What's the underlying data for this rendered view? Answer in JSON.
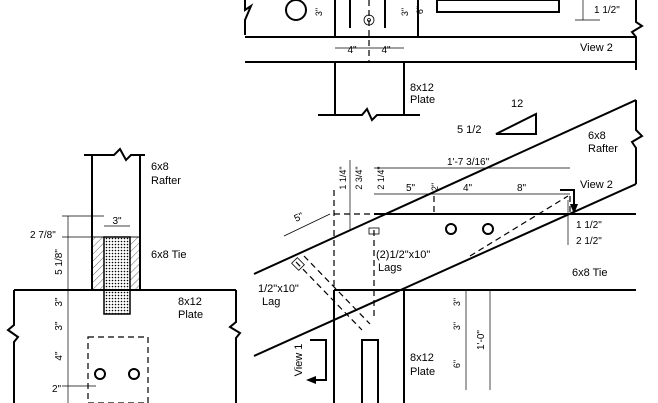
{
  "views": {
    "view2_label": "View 2",
    "view2_marker": "View 2",
    "view1_marker": "View 1"
  },
  "top_detail": {
    "dims": [
      "3\"",
      "3\"",
      "6\"",
      "1 1/2\"",
      "4\"",
      "4\""
    ],
    "plate_label": [
      "8x12",
      "Plate"
    ]
  },
  "left_detail": {
    "rafter_label": [
      "6x8",
      "Rafter"
    ],
    "tie_label": "6x8 Tie",
    "plate_label": [
      "8x12",
      "Plate"
    ],
    "dims": [
      "3\"",
      "2 7/8\"",
      "5 1/8\"",
      "3\"",
      "3\"",
      "4\"",
      "2\""
    ]
  },
  "right_detail": {
    "slope": {
      "rise": "5 1/2",
      "run": "12"
    },
    "rafter_label": [
      "6x8",
      "Rafter"
    ],
    "tie_label": "6x8 Tie",
    "plate_label": [
      "8x12",
      "Plate"
    ],
    "bolts_label": [
      "(2)1/2\"x10\"",
      "Lags"
    ],
    "lag_label": [
      "1/2\"x10\"",
      "Lag"
    ],
    "dims": {
      "d_1_4": "1 1/4\"",
      "d_2_3_4": "2 3/4\"",
      "d_2_1_4": "2 1/4\"",
      "d_1_7_3_16": "1'-7 3/16\"",
      "d_5": "5\"",
      "d_2": "2\"",
      "d_4": "4\"",
      "d_8": "8\"",
      "d_5_slope": "5\"",
      "d_1_1_2": "1 1/2\"",
      "d_2_1_2": "2 1/2\"",
      "d_3_a": "3\"",
      "d_3_b": "3\"",
      "d_6": "6\"",
      "d_1_0": "1'-0\""
    }
  }
}
